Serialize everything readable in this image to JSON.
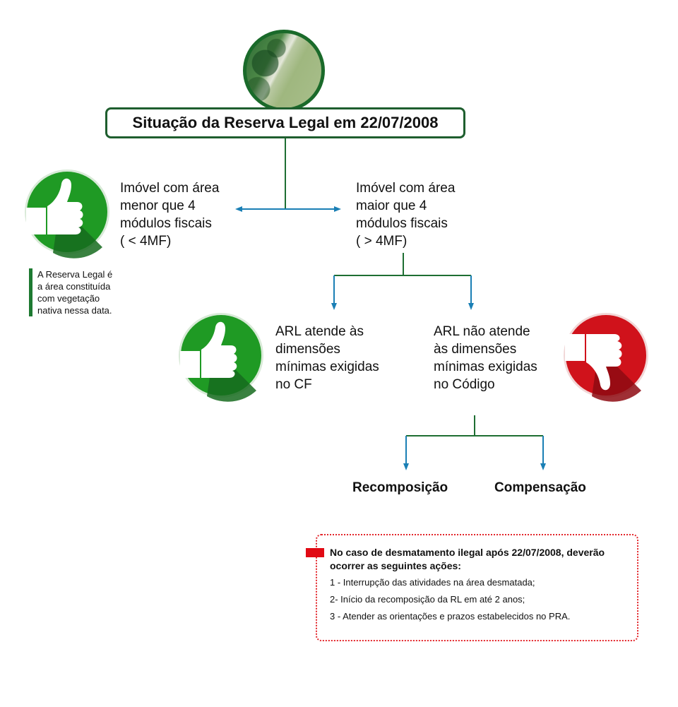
{
  "title": "Situação da Reserva Legal em 22/07/2008",
  "nodes": {
    "small_property": [
      "Imóvel com área",
      "menor que 4",
      "módulos fiscais",
      "( < 4MF)"
    ],
    "large_property": [
      "Imóvel com área",
      "maior que 4",
      "módulos fiscais",
      "( > 4MF)"
    ],
    "arl_meets": [
      "ARL atende às",
      "dimensões",
      "mínimas exigidas",
      "no CF"
    ],
    "arl_not_meets": [
      "ARL não atende",
      "às dimensões",
      "mínimas exigidas",
      "no Código"
    ]
  },
  "note": [
    "A Reserva Legal é",
    "a área constituída",
    "com vegetação",
    "nativa nessa data."
  ],
  "outcomes": {
    "recomposition": "Recomposição",
    "compensation": "Compensação"
  },
  "alert": {
    "heading": [
      "No caso de desmatamento ilegal após 22/07/2008, deverão",
      "ocorrer as seguintes ações:"
    ],
    "items": [
      "1 - Interrupção das atividades na área desmatada;",
      "2- Início da recomposição da RL em até 2 anos;",
      "3 - Atender as orientações e prazos estabelecidos no PRA."
    ]
  },
  "colors": {
    "title_border": "#1e5e2e",
    "connector_green": "#1e6e32",
    "arrow_blue": "#1a7fb5",
    "thumb_green": "#1f9a24",
    "thumb_red": "#d0121b",
    "alert_red": "#e10a14"
  },
  "icons": {
    "photo": "forest-aerial-photo",
    "thumbs_up": "thumbs-up-icon",
    "thumbs_down": "thumbs-down-icon"
  }
}
